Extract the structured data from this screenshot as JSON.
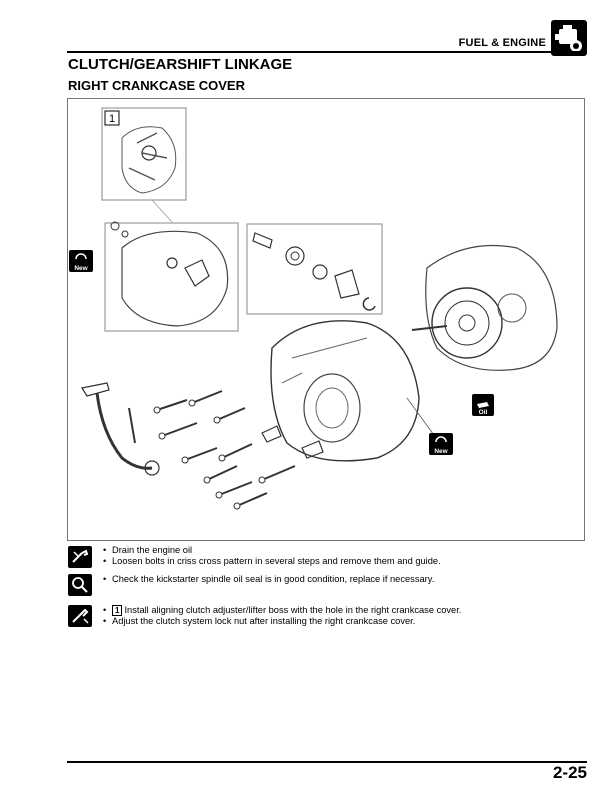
{
  "header": {
    "section": "FUEL & ENGINE",
    "tab_icon": "engine-icon"
  },
  "title": "CLUTCH/GEARSHIFT LINKAGE",
  "subtitle": "RIGHT CRANKCASE COVER",
  "diagram": {
    "callout_label": "1",
    "badges": {
      "new_left": "New",
      "new_right": "New",
      "oil": "Oil"
    }
  },
  "instructions": [
    {
      "icon": "removal-wrench-icon",
      "lines": [
        "Drain the engine oil",
        "Loosen bolts in criss cross pattern in several steps and remove them and guide."
      ]
    },
    {
      "icon": "inspection-magnifier-icon",
      "lines": [
        "Check the kickstarter spindle oil seal is in good condition, replace if necessary."
      ]
    },
    {
      "icon": "installation-wrench-icon",
      "ref": "1",
      "lines": [
        "Install aligning clutch adjuster/lifter boss with the hole in the right crankcase cover.",
        "Adjust the clutch system lock nut after installing the right crankcase cover."
      ]
    }
  ],
  "footer": {
    "page_number": "2-25"
  }
}
